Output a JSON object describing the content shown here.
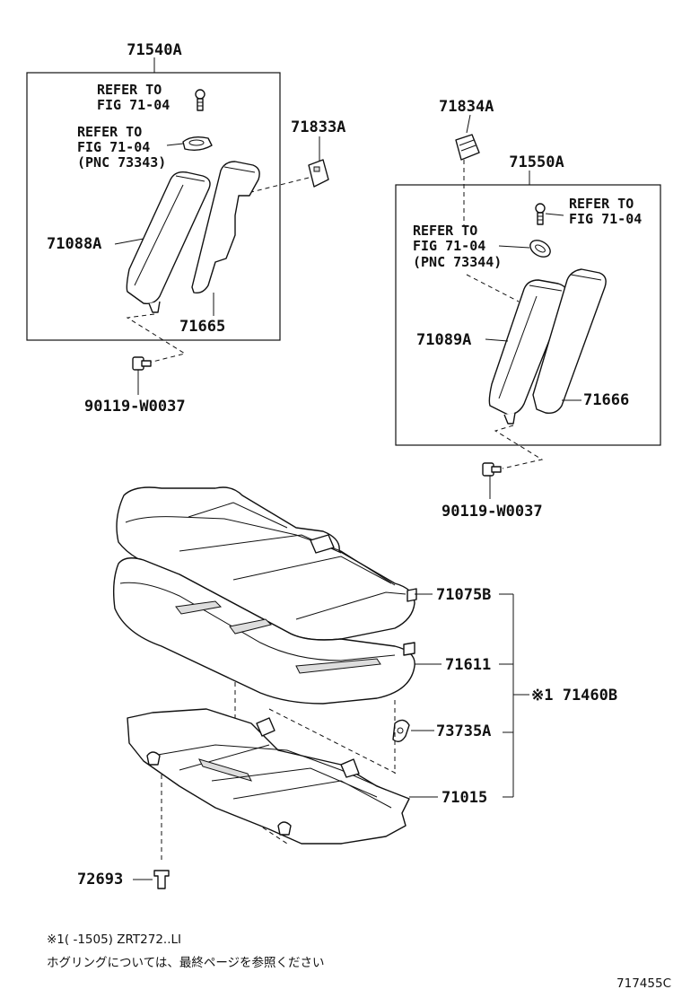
{
  "labels": {
    "assy_left": "71540A",
    "refer_bolt_left_1": "REFER TO",
    "refer_bolt_left_2": "FIG 71-04",
    "refer_clip_left_1": "REFER TO",
    "refer_clip_left_2": "FIG 71-04",
    "refer_clip_left_3": "(PNC 73343)",
    "pad_left": "71088A",
    "cover_left": "71665",
    "bracket_left": "71833A",
    "screw_left": "90119-W0037",
    "bracket_right": "71834A",
    "assy_right": "71550A",
    "refer_bolt_right_1": "REFER TO",
    "refer_bolt_right_2": "FIG 71-04",
    "refer_clip_right_1": "REFER TO",
    "refer_clip_right_2": "FIG 71-04",
    "refer_clip_right_3": "(PNC 73344)",
    "pad_right": "71089A",
    "cover_right": "71666",
    "screw_right": "90119-W0037",
    "cushion_cover": "71075B",
    "cushion_pad": "71611",
    "cushion_assy": "※1 71460B",
    "hog_ring": "73735A",
    "cushion_frame": "71015",
    "clip_bottom": "72693",
    "footnote_1": "※1(       -1505) ZRT272..LI",
    "footnote_2": "ホグリングについては、最終ページを参照ください",
    "figure_id": "717455C"
  }
}
